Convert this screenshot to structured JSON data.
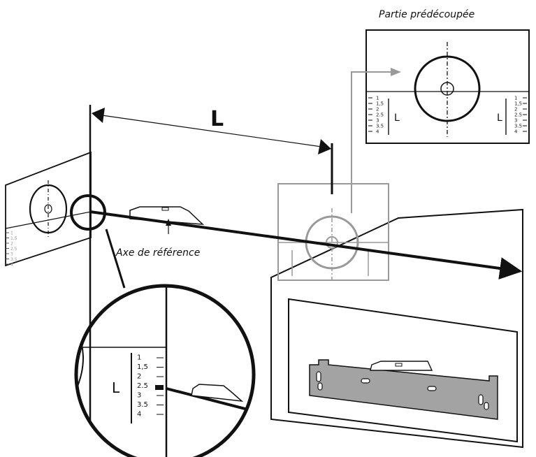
{
  "labels": {
    "partie": "Partie prédécoupée",
    "big_L": "L",
    "axe": "Axe de référence",
    "L_symbol": "L"
  },
  "scale_fine": [
    "1",
    "1,5",
    "2",
    "2.5",
    "3",
    "3.5",
    "4"
  ],
  "scale_zoom": [
    "1",
    "1,5",
    "2",
    "2.5",
    "3",
    "3.5",
    "4"
  ],
  "colors": {
    "ink": "#111111",
    "gray": "#999999",
    "bracket_fill": "#a3a3a3"
  }
}
